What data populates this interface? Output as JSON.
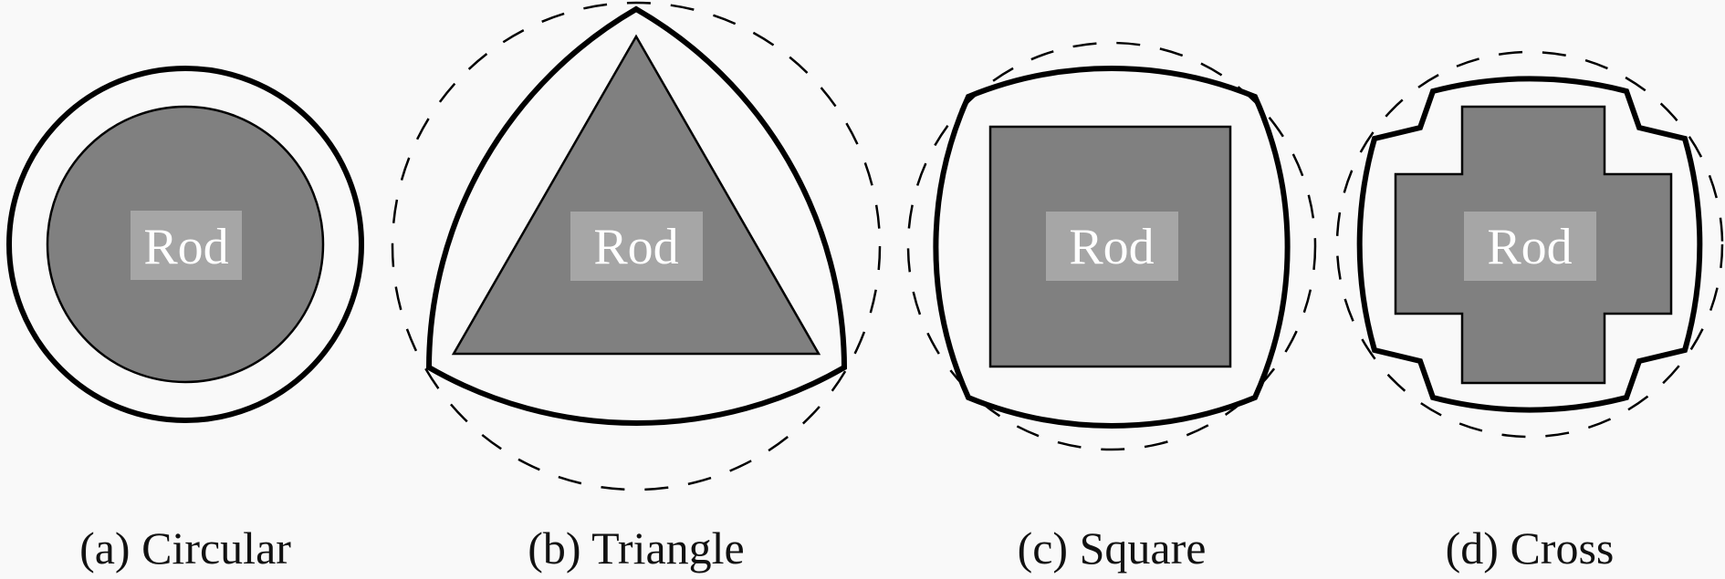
{
  "colors": {
    "rod_fill": "#808080",
    "label_bg": "#a6a6a6",
    "outline": "#000000"
  },
  "panels": [
    {
      "rod_label": "Rod",
      "caption": "(a) Circular"
    },
    {
      "rod_label": "Rod",
      "caption": "(b) Triangle"
    },
    {
      "rod_label": "Rod",
      "caption": "(c) Square"
    },
    {
      "rod_label": "Rod",
      "caption": "(d) Cross"
    }
  ]
}
